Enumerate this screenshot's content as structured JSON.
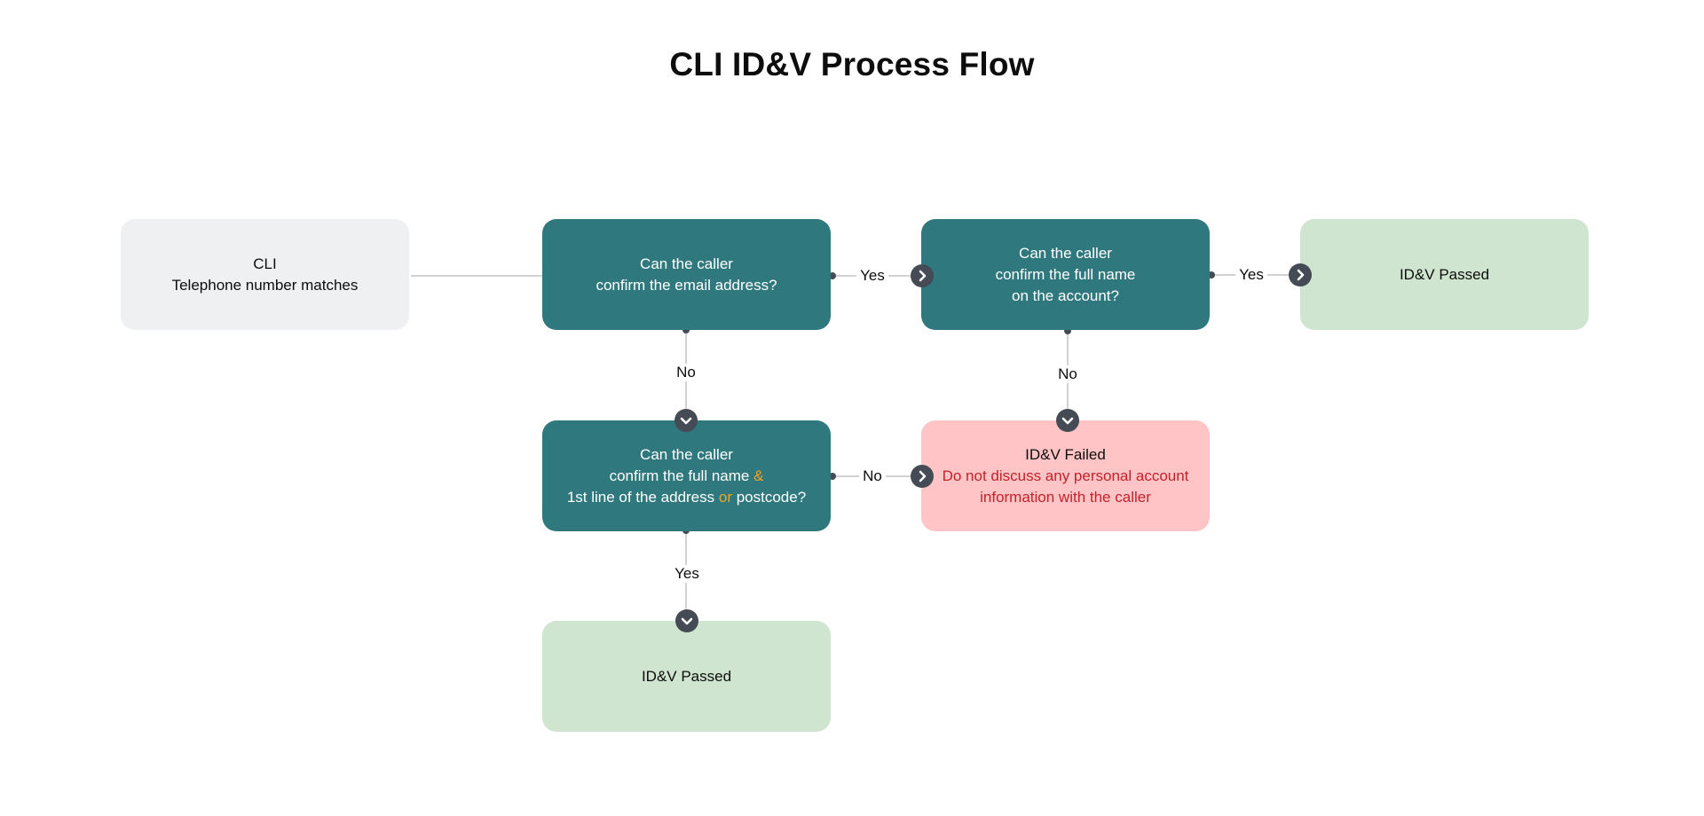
{
  "title": "CLI  ID&V Process Flow",
  "nodes": {
    "cli": {
      "line1": "CLI",
      "line2": "Telephone number matches"
    },
    "email": {
      "line1": "Can the caller",
      "line2": "confirm the email address?"
    },
    "fullname": {
      "line1": "Can the caller",
      "line2": "confirm the full name",
      "line3": "on the account?"
    },
    "passed_right": {
      "text": "ID&V Passed"
    },
    "address": {
      "line1": "Can the caller",
      "line2a": "confirm the full name ",
      "line2b": "&",
      "line3a": "1st line of the address ",
      "line3b": "or",
      "line3c": " postcode?"
    },
    "failed": {
      "title": "ID&V Failed",
      "line1": "Do not discuss any personal account",
      "line2": "information with the caller"
    },
    "passed_bottom": {
      "text": "ID&V Passed"
    }
  },
  "edges": {
    "email_yes": "Yes",
    "fullname_yes": "Yes",
    "email_no": "No",
    "fullname_no": "No",
    "address_no": "No",
    "address_yes": "Yes"
  },
  "colors": {
    "teal": "#2f787d",
    "grey": "#eff0f2",
    "green": "#cfe5cf",
    "pink": "#ffc4c5",
    "warning_text": "#c2232b",
    "accent": "#f0a52a",
    "arrow": "#454b54"
  },
  "icons": {
    "right_arrow": "chevron-right-icon",
    "down_arrow": "chevron-down-icon"
  }
}
